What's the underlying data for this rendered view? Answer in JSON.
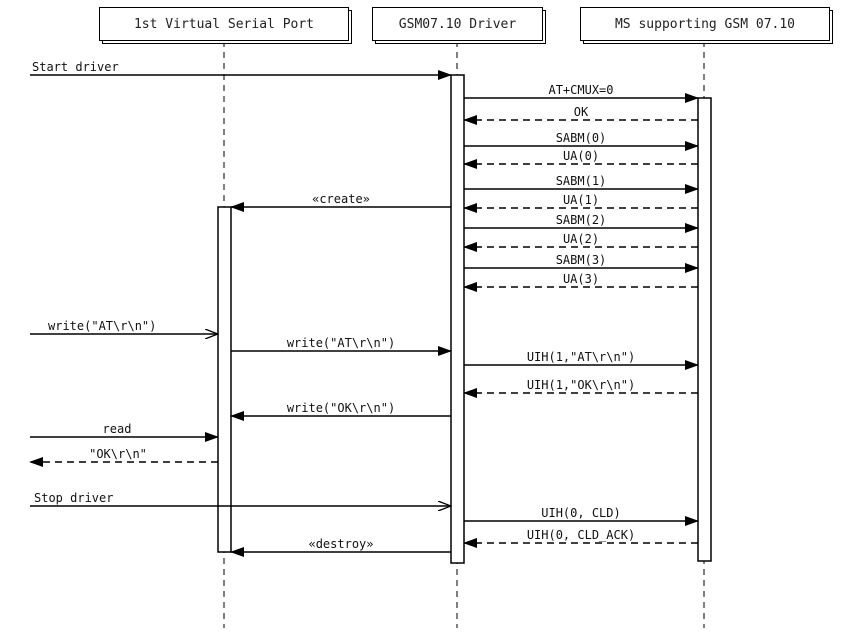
{
  "participants": [
    {
      "id": "vsp",
      "name": "1st Virtual Serial Port"
    },
    {
      "id": "drv",
      "name": "GSM07.10 Driver"
    },
    {
      "id": "ms",
      "name": "MS supporting GSM 07.10"
    }
  ],
  "messages": [
    {
      "label": "Start driver",
      "from": "ext",
      "to": "drv",
      "kind": "sync"
    },
    {
      "label": "AT+CMUX=0",
      "from": "drv",
      "to": "ms",
      "kind": "sync"
    },
    {
      "label": "OK",
      "from": "ms",
      "to": "drv",
      "kind": "reply"
    },
    {
      "label": "SABM(0)",
      "from": "drv",
      "to": "ms",
      "kind": "sync"
    },
    {
      "label": "UA(0)",
      "from": "ms",
      "to": "drv",
      "kind": "reply"
    },
    {
      "label": "SABM(1)",
      "from": "drv",
      "to": "ms",
      "kind": "sync"
    },
    {
      "label": "«create»",
      "from": "drv",
      "to": "vsp",
      "kind": "sync"
    },
    {
      "label": "UA(1)",
      "from": "ms",
      "to": "drv",
      "kind": "reply"
    },
    {
      "label": "SABM(2)",
      "from": "drv",
      "to": "ms",
      "kind": "sync"
    },
    {
      "label": "UA(2)",
      "from": "ms",
      "to": "drv",
      "kind": "reply"
    },
    {
      "label": "SABM(3)",
      "from": "drv",
      "to": "ms",
      "kind": "sync"
    },
    {
      "label": "UA(3)",
      "from": "ms",
      "to": "drv",
      "kind": "reply"
    },
    {
      "label": "write(\"AT\\r\\n\")",
      "from": "ext",
      "to": "vsp",
      "kind": "open"
    },
    {
      "label": "write(\"AT\\r\\n\")",
      "from": "vsp",
      "to": "drv",
      "kind": "sync"
    },
    {
      "label": "UIH(1,\"AT\\r\\n\")",
      "from": "drv",
      "to": "ms",
      "kind": "sync"
    },
    {
      "label": "UIH(1,\"OK\\r\\n\")",
      "from": "ms",
      "to": "drv",
      "kind": "reply"
    },
    {
      "label": "write(\"OK\\r\\n\")",
      "from": "drv",
      "to": "vsp",
      "kind": "sync"
    },
    {
      "label": "read",
      "from": "ext",
      "to": "vsp",
      "kind": "sync"
    },
    {
      "label": "\"OK\\r\\n\"",
      "from": "vsp",
      "to": "ext",
      "kind": "reply"
    },
    {
      "label": "Stop driver",
      "from": "ext",
      "to": "drv",
      "kind": "open"
    },
    {
      "label": "UIH(0, CLD)",
      "from": "drv",
      "to": "ms",
      "kind": "sync"
    },
    {
      "label": "UIH(0, CLD_ACK)",
      "from": "ms",
      "to": "drv",
      "kind": "reply"
    },
    {
      "label": "«destroy»",
      "from": "drv",
      "to": "vsp",
      "kind": "sync"
    }
  ]
}
